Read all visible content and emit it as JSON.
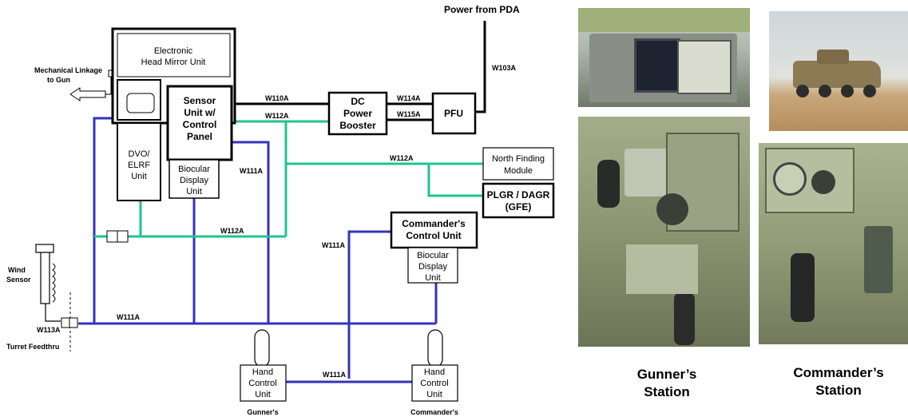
{
  "labels": {
    "power_from_pda": "Power from PDA",
    "mechanical_linkage_1": "Mechanical Linkage",
    "mechanical_linkage_2": "to Gun",
    "wind_sensor_1": "Wind",
    "wind_sensor_2": "Sensor",
    "turret_feedthru": "Turret Feedthru",
    "gunners_bottom": "Gunner's",
    "commanders_bottom": "Commander's"
  },
  "boxes": {
    "ehmu": [
      "Electronic",
      "Head Mirror Unit"
    ],
    "sensor_unit": [
      "Sensor",
      "Unit w/",
      "Control",
      "Panel"
    ],
    "dvo_elrf": [
      "DVO/",
      "ELRF",
      "Unit"
    ],
    "biocular_gunner": [
      "Biocular",
      "Display",
      "Unit"
    ],
    "dc_power_booster": [
      "DC",
      "Power",
      "Booster"
    ],
    "pfu": [
      "PFU"
    ],
    "north_finding": [
      "North Finding",
      "Module"
    ],
    "plgr_dagr": [
      "PLGR / DAGR",
      "(GFE)"
    ],
    "commanders_control_unit": [
      "Commander's",
      "Control Unit"
    ],
    "biocular_commander": [
      "Biocular",
      "Display",
      "Unit"
    ],
    "hand_control_gunner": [
      "Hand",
      "Control",
      "Unit"
    ],
    "hand_control_commander": [
      "Hand",
      "Control",
      "Unit"
    ]
  },
  "wires": {
    "w103a": "W103A",
    "w110a": "W110A",
    "w114a": "W114A",
    "w112a_top": "W112A",
    "w115a": "W115A",
    "w112a_mid": "W112A",
    "w111a_sensor": "W111A",
    "w112a_bottom": "W112A",
    "w111a_commander": "W111A",
    "w111a_bus": "W111A",
    "w113a": "W113A",
    "w111a_hand": "W111A"
  },
  "colors": {
    "power_wire": "#000000",
    "data_wire_green": "#1fc48f",
    "bus_wire_blue": "#3333bb"
  },
  "photos": {
    "gunners_station_caption": [
      "Gunner’s",
      "Station"
    ],
    "commanders_station_caption": [
      "Commander’s",
      "Station"
    ]
  }
}
